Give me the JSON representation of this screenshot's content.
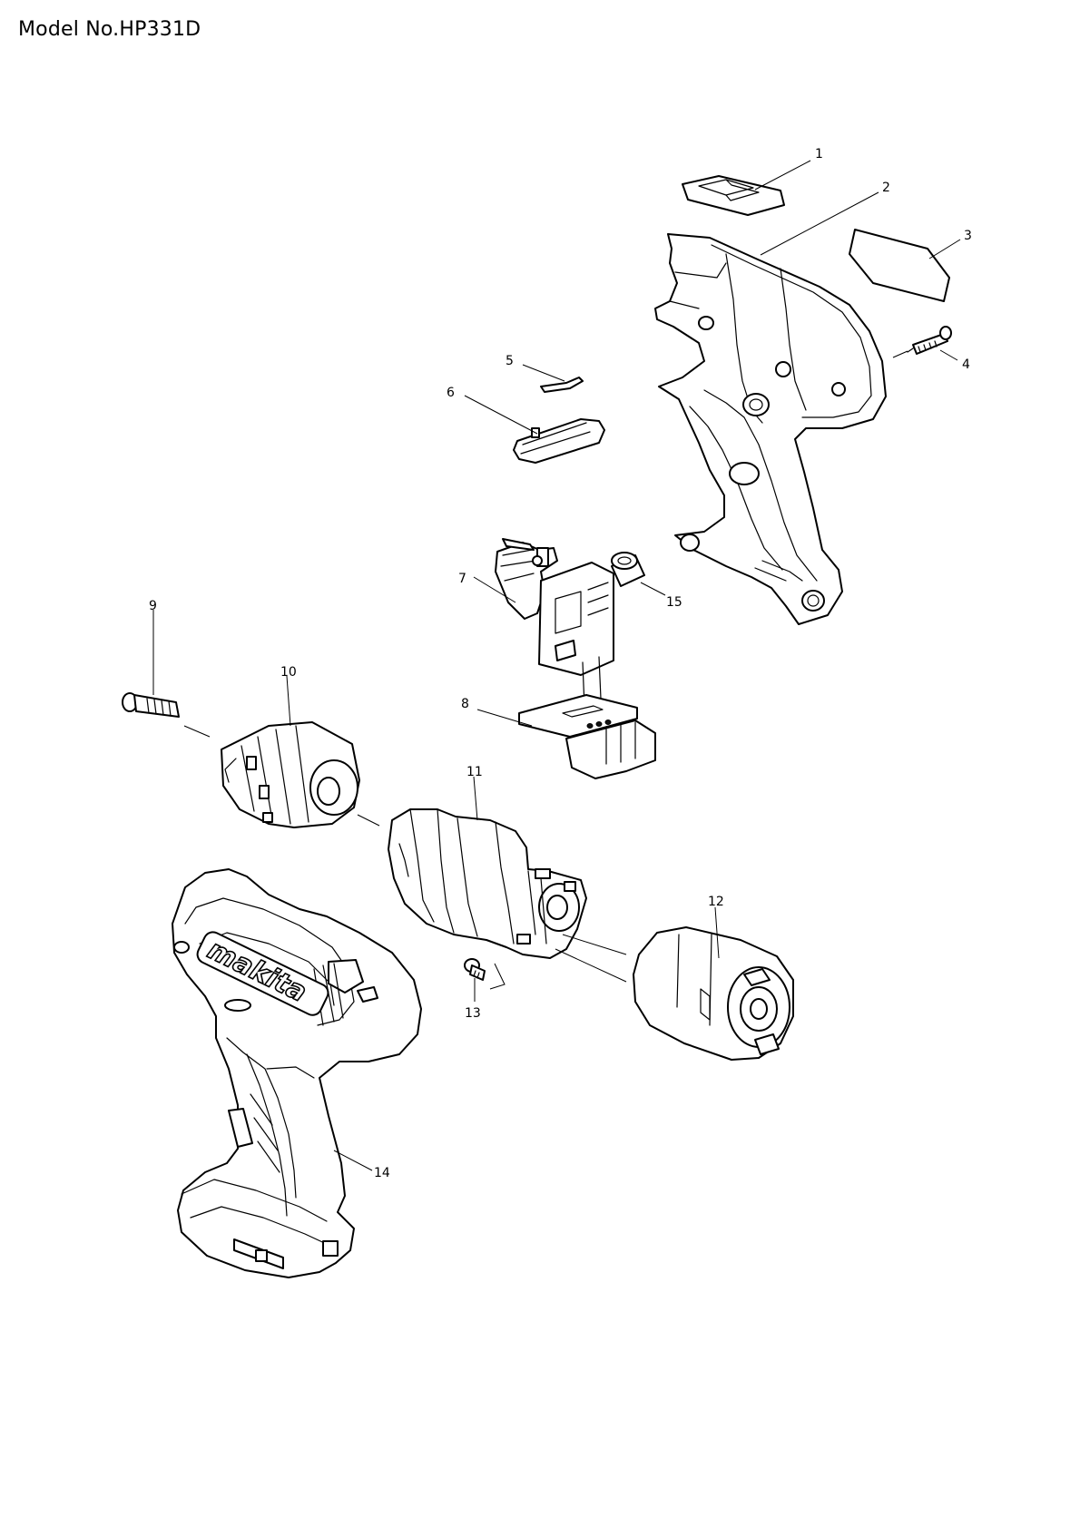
{
  "header": {
    "model": "Model No.HP331D"
  },
  "parts": [
    {
      "id": "part-1",
      "label": "1"
    },
    {
      "id": "part-2",
      "label": "2"
    },
    {
      "id": "part-3",
      "label": "3"
    },
    {
      "id": "part-4",
      "label": "4"
    },
    {
      "id": "part-5",
      "label": "5"
    },
    {
      "id": "part-6",
      "label": "6"
    },
    {
      "id": "part-7",
      "label": "7"
    },
    {
      "id": "part-8",
      "label": "8"
    },
    {
      "id": "part-9",
      "label": "9"
    },
    {
      "id": "part-10",
      "label": "10"
    },
    {
      "id": "part-11",
      "label": "11"
    },
    {
      "id": "part-12",
      "label": "12"
    },
    {
      "id": "part-13",
      "label": "13"
    },
    {
      "id": "part-14",
      "label": "14"
    },
    {
      "id": "part-15",
      "label": "15"
    }
  ],
  "brand_logo": "makita",
  "icons": {
    "key-cap": "key-cap-icon",
    "housing-half": "housing-half-icon",
    "name-plate": "name-plate-icon",
    "tapping-screw": "tapping-screw-icon",
    "spring-strip": "spring-strip-icon",
    "reversing-lever": "reversing-lever-icon",
    "trigger-switch": "trigger-switch-icon",
    "controller-board": "controller-board-icon",
    "chuck-screw": "chuck-screw-icon",
    "drill-chuck": "drill-chuck-icon",
    "gear-assembly": "gear-assembly-icon",
    "dc-motor": "dc-motor-icon",
    "small-screw": "small-screw-icon",
    "housing-set": "housing-set-icon",
    "rubber-ring": "rubber-ring-icon"
  }
}
